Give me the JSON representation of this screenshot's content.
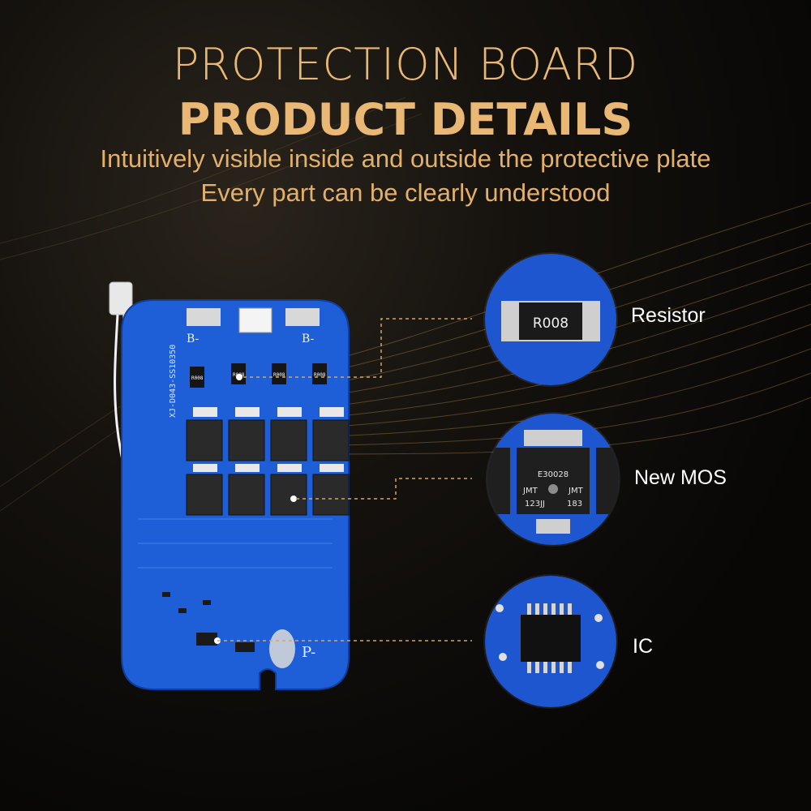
{
  "headline": {
    "line1": "PROTECTION BOARD",
    "line2": "PRODUCT DETAILS",
    "sub1": "Intuitively visible inside and outside the protective plate",
    "sub2": "Every part can be clearly understood"
  },
  "board": {
    "silkscreen": {
      "b_minus_left": "B-",
      "b_minus_right": "B-",
      "model": "XJ-D043-SS10350",
      "p_minus": "P-",
      "resistor_marks": [
        "R008",
        "R008",
        "R008",
        "R008"
      ]
    }
  },
  "callouts": [
    {
      "label": "Resistor",
      "detail_text": "R008"
    },
    {
      "label": "New MOS",
      "detail_lines": [
        "E30028",
        "JMT",
        "JMT",
        "123JJ",
        "183"
      ]
    },
    {
      "label": "IC"
    }
  ],
  "colors": {
    "gold": "#e8b874",
    "board_blue": "#1e5fd8",
    "label_white": "#ffffff"
  }
}
